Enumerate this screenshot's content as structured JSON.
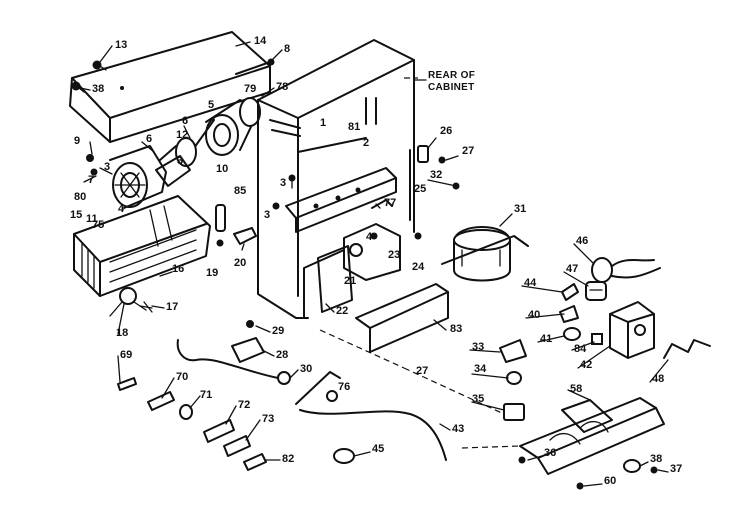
{
  "caption": {
    "line1": "REAR OF",
    "line2": "CABINET"
  },
  "callouts": [
    {
      "label": "13"
    },
    {
      "label": "14"
    },
    {
      "label": "8"
    },
    {
      "label": "38"
    },
    {
      "label": "78"
    },
    {
      "label": "79"
    },
    {
      "label": "5"
    },
    {
      "label": "1"
    },
    {
      "label": "9"
    },
    {
      "label": "6"
    },
    {
      "label": "12"
    },
    {
      "label": "6"
    },
    {
      "label": "81"
    },
    {
      "label": "26"
    },
    {
      "label": "27"
    },
    {
      "label": "2"
    },
    {
      "label": "3"
    },
    {
      "label": "3"
    },
    {
      "label": "10"
    },
    {
      "label": "7"
    },
    {
      "label": "80"
    },
    {
      "label": "4"
    },
    {
      "label": "32"
    },
    {
      "label": "3"
    },
    {
      "label": "85"
    },
    {
      "label": "25"
    },
    {
      "label": "15"
    },
    {
      "label": "11"
    },
    {
      "label": "75"
    },
    {
      "label": "3"
    },
    {
      "label": "77"
    },
    {
      "label": "31"
    },
    {
      "label": "4"
    },
    {
      "label": "23"
    },
    {
      "label": "19"
    },
    {
      "label": "20"
    },
    {
      "label": "24"
    },
    {
      "label": "16"
    },
    {
      "label": "21"
    },
    {
      "label": "46"
    },
    {
      "label": "47"
    },
    {
      "label": "44"
    },
    {
      "label": "17"
    },
    {
      "label": "18"
    },
    {
      "label": "22"
    },
    {
      "label": "40"
    },
    {
      "label": "83"
    },
    {
      "label": "29"
    },
    {
      "label": "41"
    },
    {
      "label": "84"
    },
    {
      "label": "28"
    },
    {
      "label": "33"
    },
    {
      "label": "69"
    },
    {
      "label": "30"
    },
    {
      "label": "42"
    },
    {
      "label": "48"
    },
    {
      "label": "27"
    },
    {
      "label": "34"
    },
    {
      "label": "70"
    },
    {
      "label": "76"
    },
    {
      "label": "71"
    },
    {
      "label": "58"
    },
    {
      "label": "35"
    },
    {
      "label": "72"
    },
    {
      "label": "73"
    },
    {
      "label": "43"
    },
    {
      "label": "45"
    },
    {
      "label": "36"
    },
    {
      "label": "82"
    },
    {
      "label": "38"
    },
    {
      "label": "37"
    },
    {
      "label": "60"
    }
  ]
}
